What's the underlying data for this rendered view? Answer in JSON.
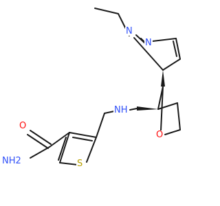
{
  "structure": {
    "atoms": {
      "carbonyl_oxygen": "O",
      "amide_nitrogen": "NH2",
      "thiophene_sulfur": "S",
      "amine_nitrogen": "NH",
      "furan_oxygen": "O",
      "pyrazole_n1": "N",
      "pyrazole_n2": "N"
    }
  }
}
